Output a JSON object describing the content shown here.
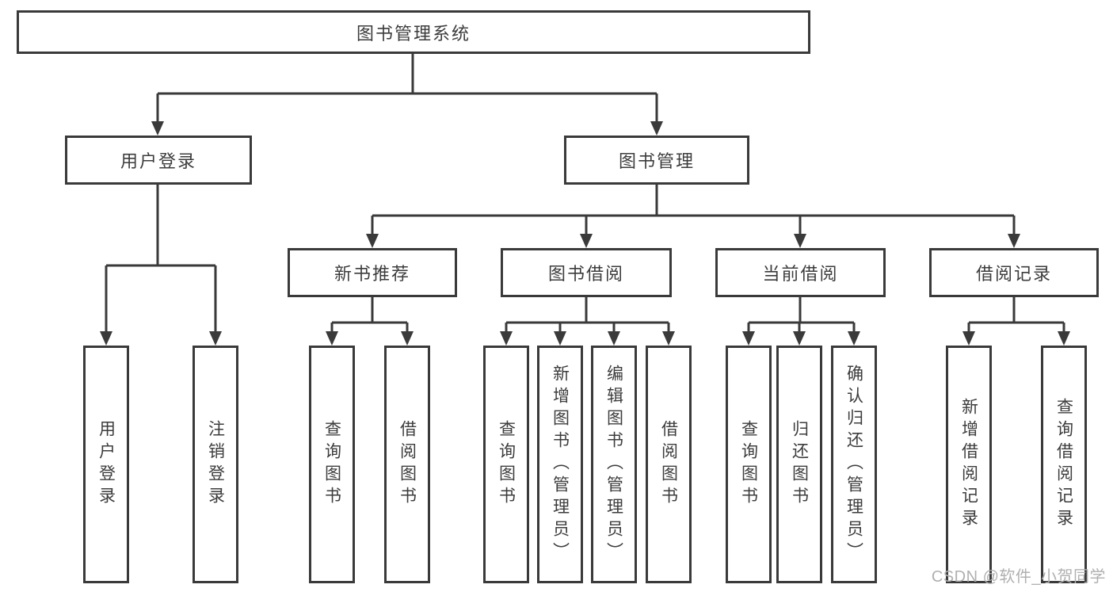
{
  "root": {
    "label": "图书管理系统"
  },
  "branches": {
    "user_login": {
      "label": "用户登录",
      "children": {
        "login": "用户登录",
        "logout": "注销登录"
      }
    },
    "book_management": {
      "label": "图书管理",
      "children": {
        "new_book_recommend": {
          "label": "新书推荐",
          "children": {
            "query_book": "查询图书",
            "borrow_book": "借阅图书"
          }
        },
        "book_borrow": {
          "label": "图书借阅",
          "children": {
            "query_book": "查询图书",
            "add_book": "新增图书（管理员）",
            "edit_book": "编辑图书（管理员）",
            "borrow_book": "借阅图书"
          }
        },
        "current_borrow": {
          "label": "当前借阅",
          "children": {
            "query_book": "查询图书",
            "return_book": "归还图书",
            "confirm_return": "确认归还（管理员）"
          }
        },
        "borrow_records": {
          "label": "借阅记录",
          "children": {
            "add_record": "新增借阅记录",
            "query_record": "查询借阅记录"
          }
        }
      }
    }
  },
  "watermark": {
    "text": "CSDN @软件_小贺同学"
  },
  "colors": {
    "line": "#3a3a3a",
    "text": "#3c3c3c",
    "watermark": "#b0b0b0",
    "background": "#ffffff"
  }
}
